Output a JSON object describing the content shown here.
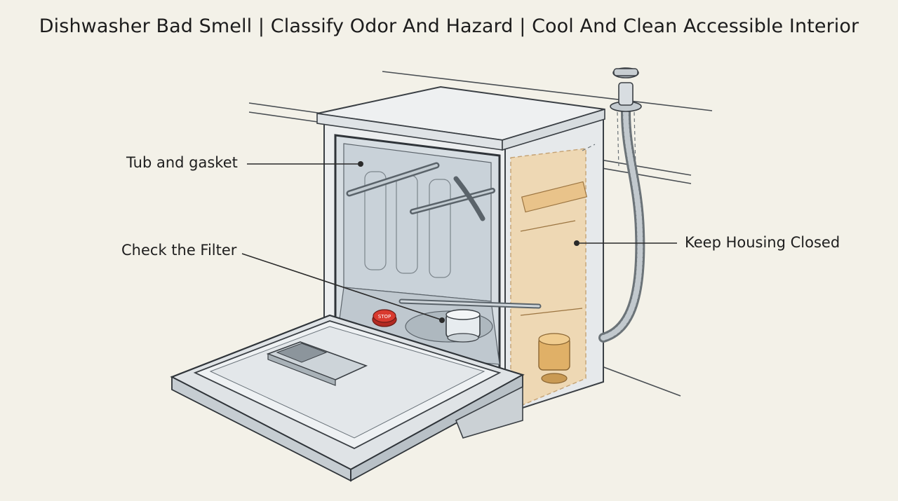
{
  "title": "Dishwasher Bad Smell | Classify Odor And Hazard | Cool And Clean Accessible Interior",
  "callouts": {
    "tub_and_gasket": "Tub and gasket",
    "check_filter": "Check the Filter",
    "keep_housing_closed": "Keep Housing Closed"
  },
  "stop_button_text": "STOP",
  "colors": {
    "background": "#f3f1e8",
    "line": "#3a3f44",
    "stainless": "#e3e6e8",
    "tub_interior": "#d6dde2",
    "housing_highlight": "#f1d3a2",
    "stop_red": "#d93a2f"
  }
}
